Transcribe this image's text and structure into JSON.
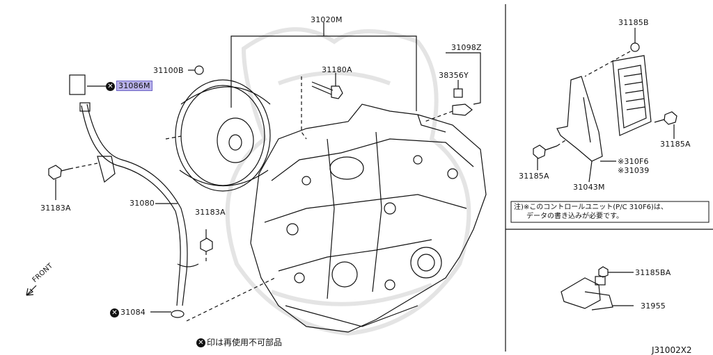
{
  "labels": {
    "p31020m": "31020M",
    "p31100b": "31100B",
    "p31086m": "31086M",
    "p31180a": "31180A",
    "p31098z": "31098Z",
    "p38356y": "38356Y",
    "p31183a_left": "31183A",
    "p31080": "31080",
    "p31183a_right": "31183A",
    "p31084": "31084",
    "p31185b": "31185B",
    "p31185a_right": "31185A",
    "p310f6": "310F6",
    "p31039": "31039",
    "p31185a_left": "31185A",
    "p31043m": "31043M",
    "p31185ba": "31185BA",
    "p31955": "31955"
  },
  "marks": {
    "star": "※",
    "x": "✕"
  },
  "front_label": "FRONT",
  "note": {
    "line1": "注)※このコントロールユニット(P/C 310F6)は、",
    "line2": "データの書き込みが必要です。"
  },
  "legend": "印は再使用不可部品",
  "diagram_code": "J31002X2",
  "colors": {
    "highlight": "#b9b2ea",
    "line": "#111111",
    "watermark": "#e4e4e4"
  }
}
